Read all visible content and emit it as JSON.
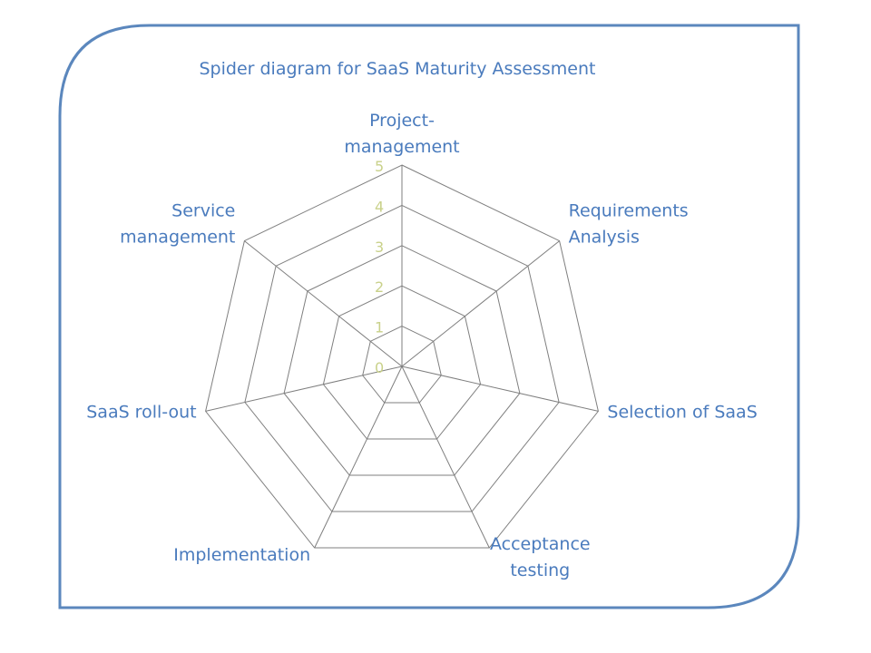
{
  "chart_data": {
    "type": "radar",
    "title": "Spider diagram for SaaS Maturity Assessment",
    "categories": [
      [
        "Project-",
        "management"
      ],
      [
        "Requirements",
        "Analysis"
      ],
      [
        "Selection of SaaS"
      ],
      [
        "Acceptance",
        "testing"
      ],
      [
        "Implementation"
      ],
      [
        "SaaS roll-out"
      ],
      [
        "Service",
        "management"
      ]
    ],
    "ticks": [
      "0",
      "1",
      "2",
      "3",
      "4",
      "5"
    ],
    "rlim": [
      0,
      5
    ],
    "series": [],
    "legend": "none",
    "grid": true
  },
  "colors": {
    "frame": "#5b87bd",
    "text": "#4a7bbd",
    "grid": "#7f7f7f",
    "tick": "#c9d18a"
  }
}
